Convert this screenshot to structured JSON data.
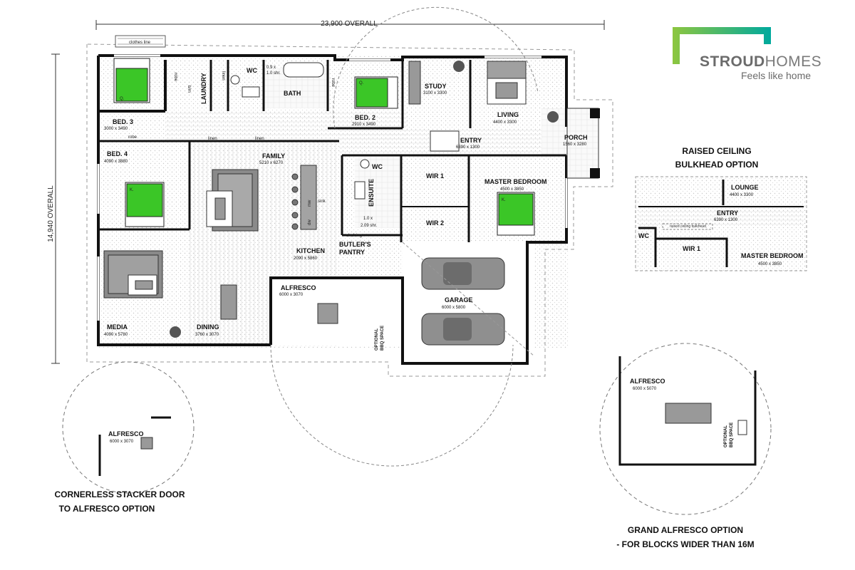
{
  "brand": {
    "name_bold": "STROUD",
    "name_light": "HOMES",
    "tagline": "Feels like home",
    "colors": {
      "gradient_start": "#8dc63f",
      "gradient_end": "#00a99d",
      "text": "#6b6b6b"
    }
  },
  "colors": {
    "bed_fill": "#3bc627",
    "wall": "#111111",
    "floor_dots": "#d9d9d9"
  },
  "dimensions": {
    "overall_width": "23,900 OVERALL",
    "overall_depth": "14,940 OVERALL"
  },
  "rooms": {
    "bed3": {
      "name": "BED. 3",
      "size": "3000 x 3490"
    },
    "bed4": {
      "name": "BED. 4",
      "size": "4090 x 3880"
    },
    "media": {
      "name": "MEDIA",
      "size": "4090 x 5780"
    },
    "laundry": {
      "name": "LAUNDRY"
    },
    "wc1": {
      "name": "WC"
    },
    "bath": {
      "name": "BATH"
    },
    "shower1": {
      "name": "0.9 x",
      "size": "1.0 shr."
    },
    "bed2": {
      "name": "BED. 2",
      "size": "2910 x 3490"
    },
    "study": {
      "name": "STUDY",
      "size": "3100 x 3300"
    },
    "living": {
      "name": "LIVING",
      "size": "4400 x 3300"
    },
    "entry": {
      "name": "ENTRY",
      "size": "6390 x 1300"
    },
    "porch": {
      "name": "PORCH",
      "size": "1560 x 3280"
    },
    "family": {
      "name": "FAMILY",
      "size": "5210 x 6270"
    },
    "wc2": {
      "name": "WC"
    },
    "ensuite": {
      "name": "ENSUITE"
    },
    "shower2": {
      "name": "1.0 x",
      "size": "2.09 shr."
    },
    "wir1": {
      "name": "WIR 1"
    },
    "wir2": {
      "name": "WIR 2"
    },
    "master": {
      "name": "MASTER BEDROOM",
      "size": "4500 x 3850"
    },
    "kitchen": {
      "name": "KITCHEN",
      "size": "2090 x 5860"
    },
    "butlers": {
      "name": "BUTLER'S",
      "name2": "PANTRY"
    },
    "alfresco": {
      "name": "ALFRESCO",
      "size": "6000 x 3070"
    },
    "garage": {
      "name": "GARAGE",
      "size": "6000 x 5800"
    },
    "dining": {
      "name": "DINING",
      "size": "3760 x 3070"
    }
  },
  "fixtures": {
    "clothes_line": "clothes line",
    "robe_a": "robe",
    "robe_b": "robe",
    "robe_c": "robe",
    "linen_a": "linen",
    "linen_b": "linen",
    "linen_c": "linen",
    "linen_d": "linen",
    "tub": "tub",
    "bm": "b/m",
    "dw": "dw",
    "sink": "sink",
    "mw": "mw",
    "frg": "frg",
    "shelving": "shelving",
    "bbq": "OPTIONAL",
    "bbq2": "BBQ SPACE",
    "bed_q": "Q.",
    "bed_k": "K."
  },
  "options": {
    "raised_ceiling": {
      "title1": "RAISED CEILING",
      "title2": "BULKHEAD OPTION",
      "lounge": "LOUNGE",
      "lounge_size": "4400 x 3300",
      "entry": "ENTRY",
      "entry_size": "6390 x 1300",
      "bulkhead": "raised ceiling bulkhead",
      "wc": "WC",
      "wir": "WIR 1",
      "master": "MASTER BEDROOM",
      "master_size": "4500 x 3850"
    },
    "cornerless": {
      "title1": "CORNERLESS STACKER DOOR",
      "title2": "TO ALFRESCO OPTION",
      "room": "ALFRESCO",
      "size": "6000 x 3070"
    },
    "grand_alfresco": {
      "title1": "GRAND ALFRESCO OPTION",
      "title2": "- FOR BLOCKS WIDER THAN 16M",
      "room": "ALFRESCO",
      "size": "6000 x 5070",
      "bbq": "OPTIONAL",
      "bbq2": "BBQ SPACE"
    }
  }
}
